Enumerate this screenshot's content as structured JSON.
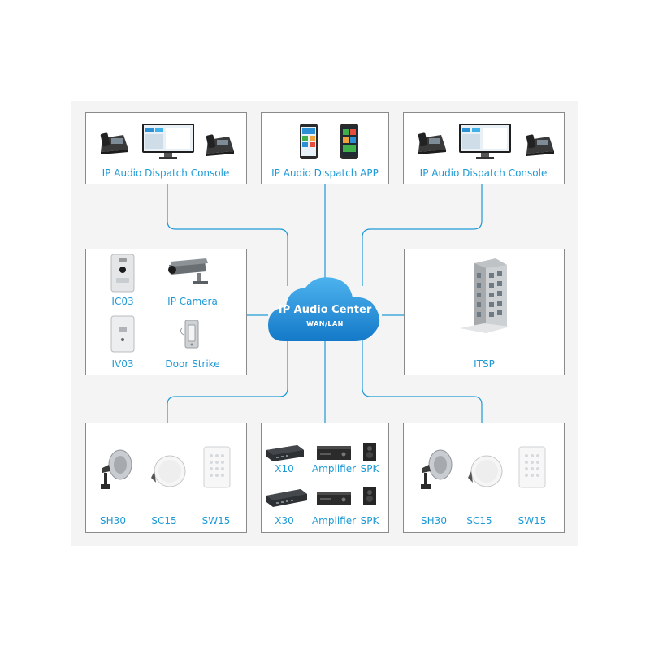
{
  "colors": {
    "accent": "#1d9ad6",
    "cloud": "#1c8fd8",
    "border": "#8a8a8a",
    "panel": "#f4f4f4"
  },
  "center": {
    "title": "IP Audio Center",
    "subtitle": "WAN/LAN"
  },
  "top": {
    "left_label": "IP Audio Dispatch Console",
    "middle_label": "IP Audio Dispatch APP",
    "right_label": "IP Audio Dispatch Console"
  },
  "middle_left": {
    "ic03": "IC03",
    "camera": "IP Camera",
    "iv03": "IV03",
    "door_strike": "Door Strike"
  },
  "middle_right": {
    "itsp": "ITSP"
  },
  "bottom_left": {
    "sh30": "SH30",
    "sc15": "SC15",
    "sw15": "SW15"
  },
  "bottom_middle": {
    "x10": "X10",
    "amplifier_1": "Amplifier",
    "spk_1": "SPK",
    "x30": "X30",
    "amplifier_2": "Amplifier",
    "spk_2": "SPK"
  },
  "bottom_right": {
    "sh30": "SH30",
    "sc15": "SC15",
    "sw15": "SW15"
  }
}
